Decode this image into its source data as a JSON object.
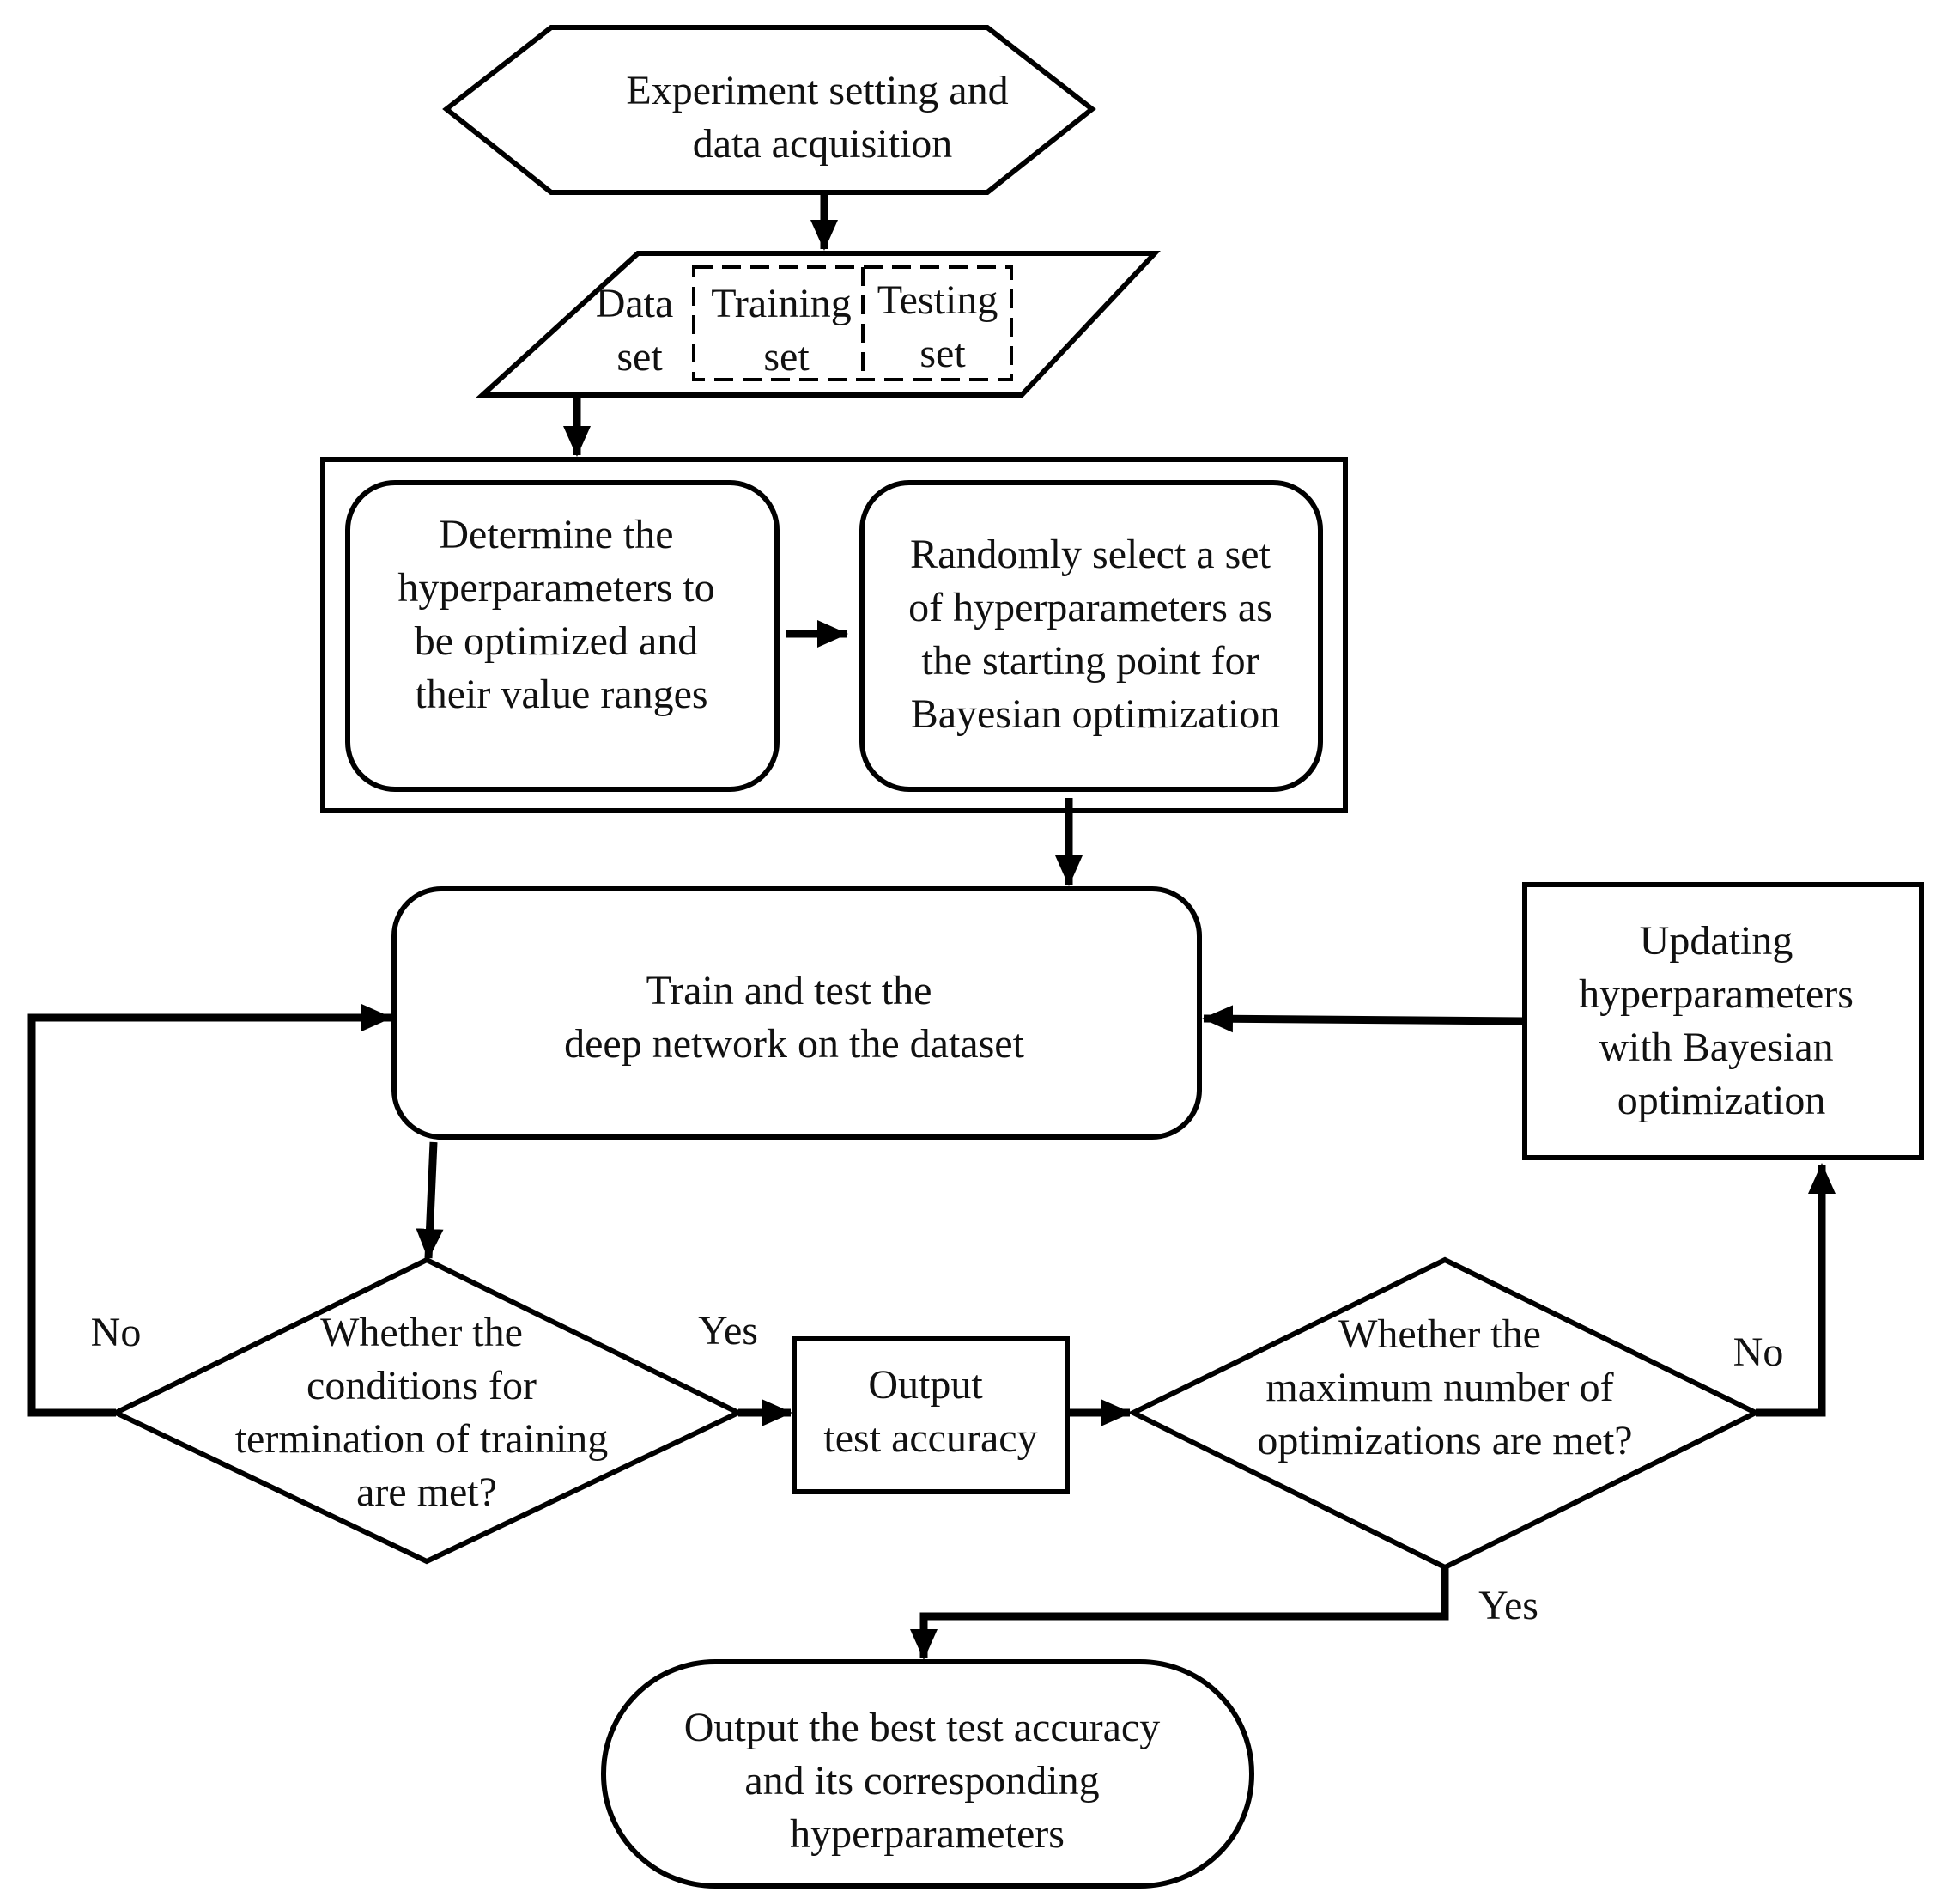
{
  "colors": {
    "stroke": "#000000",
    "text": "#111111",
    "background": "#ffffff"
  },
  "nodes": {
    "start": {
      "lines": [
        "Experiment setting and",
        "data acquisition"
      ]
    },
    "dataset": {
      "data_lines": [
        "Data",
        "set"
      ],
      "training_lines": [
        "Training",
        "set"
      ],
      "testing_lines": [
        "Testing",
        "set"
      ]
    },
    "determine": {
      "lines": [
        "Determine the",
        "hyperparameters to",
        "be optimized and",
        "their value ranges"
      ]
    },
    "random": {
      "lines": [
        "Randomly select a set",
        "of hyperparameters as",
        "the starting point for",
        "Bayesian optimization"
      ]
    },
    "train": {
      "lines": [
        "Train and test the",
        "deep network on the dataset"
      ]
    },
    "update": {
      "lines": [
        "Updating",
        "hyperparameters",
        "with Bayesian",
        "optimization"
      ]
    },
    "termination": {
      "lines": [
        "Whether the",
        "conditions for",
        "termination of training",
        "are met?"
      ]
    },
    "output": {
      "lines": [
        "Output",
        "test accuracy"
      ]
    },
    "maxopt": {
      "lines": [
        "Whether the",
        "maximum number of",
        "optimizations are met?"
      ]
    },
    "final": {
      "lines": [
        "Output the best test accuracy",
        "and its corresponding",
        "hyperparameters"
      ]
    }
  },
  "edge_labels": {
    "term_no": "No",
    "term_yes": "Yes",
    "max_no": "No",
    "max_yes": "Yes"
  }
}
